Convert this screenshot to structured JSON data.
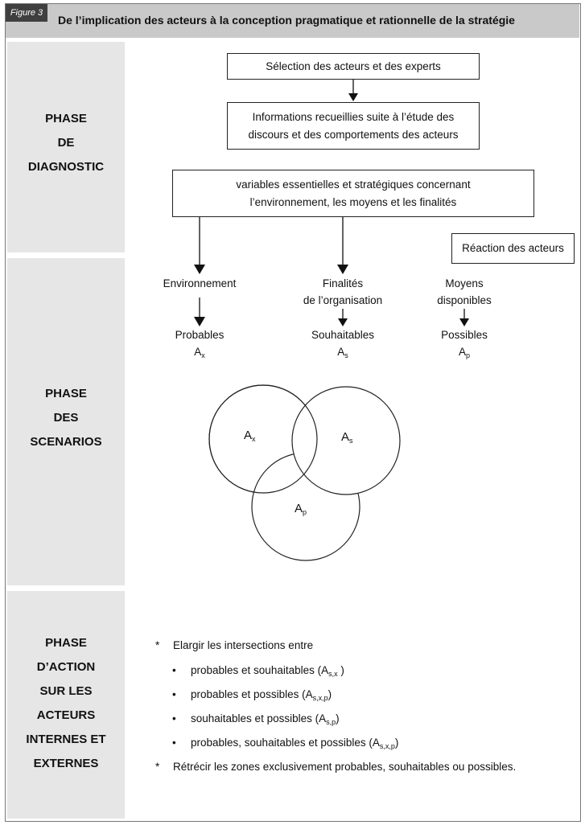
{
  "figure_tag": "Figure 3",
  "title": "De l’implication des acteurs à la conception pragmatique et rationnelle de la stratégie",
  "phases": {
    "diagnostic": [
      "PHASE",
      "DE",
      "DIAGNOSTIC"
    ],
    "scenarios": [
      "PHASE",
      "DES",
      "SCENARIOS"
    ],
    "action": [
      "PHASE",
      "D’ACTION",
      "SUR LES",
      "ACTEURS",
      "INTERNES ET",
      "EXTERNES"
    ]
  },
  "boxes": {
    "selection": "Sélection des acteurs et des experts",
    "informations": [
      "Informations recueillies suite à l’étude des",
      "discours et des comportements des acteurs"
    ],
    "variables": [
      "variables essentielles et stratégiques concernant",
      "l’environnement, les moyens et les finalités"
    ],
    "reaction": "Réaction des acteurs"
  },
  "columns": {
    "environnement": {
      "label": [
        "Environnement"
      ],
      "result": "Probables",
      "var": "A",
      "sub": "x"
    },
    "finalites": {
      "label": [
        "Finalités",
        "de l’organisation"
      ],
      "result": "Souhaitables",
      "var": "A",
      "sub": "s"
    },
    "moyens": {
      "label": [
        "Moyens",
        "disponibles"
      ],
      "result": "Possibles",
      "var": "A",
      "sub": "p"
    }
  },
  "venn": {
    "ax": {
      "var": "A",
      "sub": "x"
    },
    "as": {
      "var": "A",
      "sub": "s"
    },
    "ap": {
      "var": "A",
      "sub": "p"
    }
  },
  "actions": {
    "widen": {
      "bullet": "*",
      "text": "Elargir les intersections entre"
    },
    "items": [
      {
        "bullet": "•",
        "text": "probables et souhaitables (A",
        "sub": "s,x",
        "close": " )"
      },
      {
        "bullet": "•",
        "text": "probables et possibles (A",
        "sub": "s,x,p",
        "close": ")"
      },
      {
        "bullet": "•",
        "text": "souhaitables et possibles (A",
        "sub": "s,p",
        "close": ")"
      },
      {
        "bullet": "•",
        "text": "probables, souhaitables et possibles (A",
        "sub": "s,x,p",
        "close": ")"
      }
    ],
    "narrow": {
      "bullet": "*",
      "text": "Rétrécir les zones exclusivement probables, souhaitables ou possibles."
    }
  }
}
